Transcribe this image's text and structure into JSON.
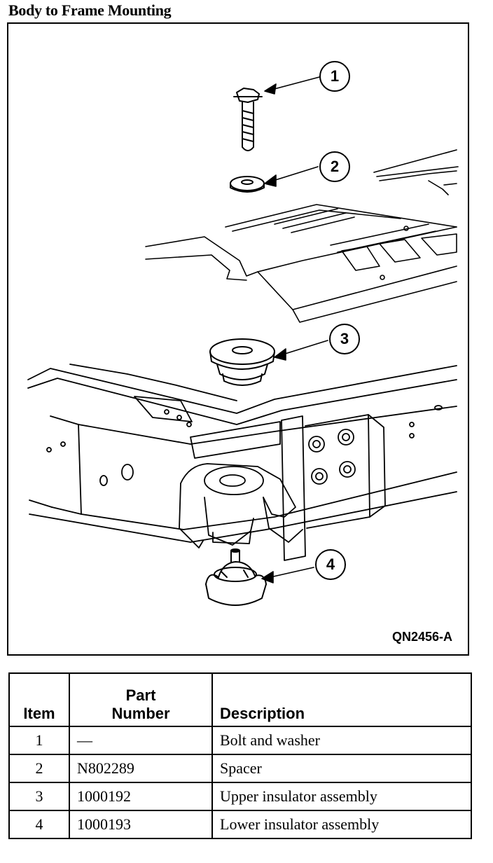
{
  "title": "Body to Frame Mounting",
  "figure": {
    "code": "QN2456-A",
    "callouts": [
      "1",
      "2",
      "3",
      "4"
    ]
  },
  "table": {
    "headers": {
      "item": "Item",
      "part_line1": "Part",
      "part_line2": "Number",
      "description": "Description"
    },
    "rows": [
      {
        "item": "1",
        "part": "—",
        "description": "Bolt and washer"
      },
      {
        "item": "2",
        "part": "N802289",
        "description": "Spacer"
      },
      {
        "item": "3",
        "part": "1000192",
        "description": "Upper insulator assembly"
      },
      {
        "item": "4",
        "part": "1000193",
        "description": "Lower insulator assembly"
      }
    ]
  }
}
